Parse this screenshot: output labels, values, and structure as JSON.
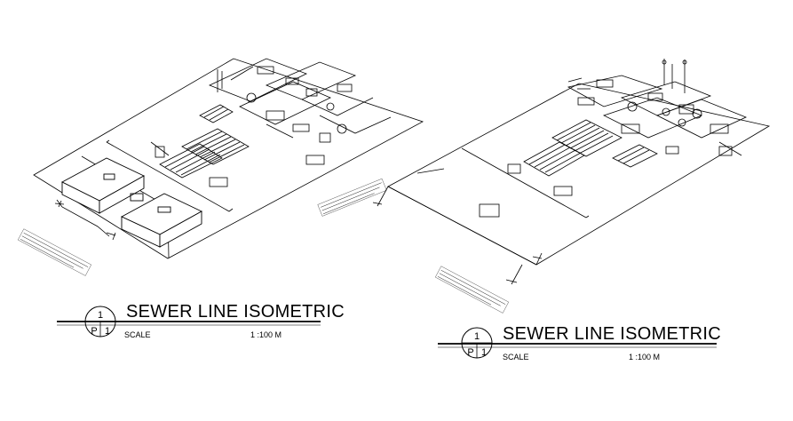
{
  "drawings": [
    {
      "title": "SEWER LINE ISOMETRIC",
      "detail_number": "1",
      "sheet_prefix": "P",
      "sheet_number": "1",
      "scale_label": "SCALE",
      "scale_value": "1 :100 M"
    },
    {
      "title": "SEWER LINE ISOMETRIC",
      "detail_number": "1",
      "sheet_prefix": "P",
      "sheet_number": "1",
      "scale_label": "SCALE",
      "scale_value": "1 :100 M"
    }
  ],
  "colors": {
    "line": "#000000",
    "background": "#ffffff"
  }
}
